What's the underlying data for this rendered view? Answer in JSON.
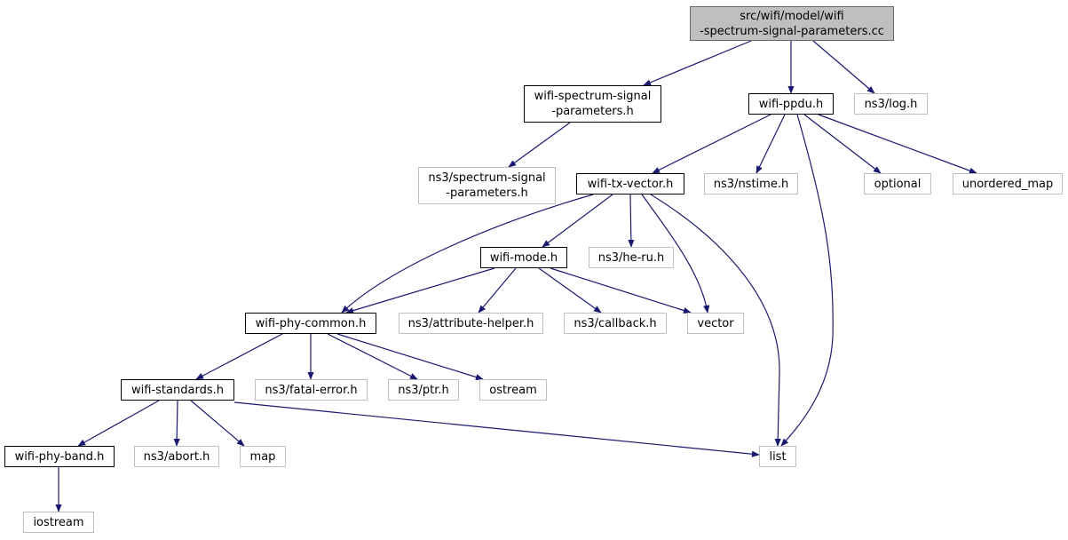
{
  "graph": {
    "edge_color": "#191970",
    "nodes": [
      {
        "id": "root",
        "label": "src/wifi/model/wifi\n-spectrum-signal-parameters.cc",
        "kind": "root"
      },
      {
        "id": "wssp_h",
        "label": "wifi-spectrum-signal\n-parameters.h",
        "kind": "doc"
      },
      {
        "id": "ppdu",
        "label": "wifi-ppdu.h",
        "kind": "doc"
      },
      {
        "id": "log",
        "label": "ns3/log.h",
        "kind": "ext"
      },
      {
        "id": "ssp",
        "label": "ns3/spectrum-signal\n-parameters.h",
        "kind": "ext"
      },
      {
        "id": "txv",
        "label": "wifi-tx-vector.h",
        "kind": "doc"
      },
      {
        "id": "nstime",
        "label": "ns3/nstime.h",
        "kind": "ext"
      },
      {
        "id": "optional",
        "label": "optional",
        "kind": "ext"
      },
      {
        "id": "umap",
        "label": "unordered_map",
        "kind": "ext"
      },
      {
        "id": "mode",
        "label": "wifi-mode.h",
        "kind": "doc"
      },
      {
        "id": "heru",
        "label": "ns3/he-ru.h",
        "kind": "ext"
      },
      {
        "id": "common",
        "label": "wifi-phy-common.h",
        "kind": "doc"
      },
      {
        "id": "attr",
        "label": "ns3/attribute-helper.h",
        "kind": "ext"
      },
      {
        "id": "callback",
        "label": "ns3/callback.h",
        "kind": "ext"
      },
      {
        "id": "vector",
        "label": "vector",
        "kind": "ext"
      },
      {
        "id": "standards",
        "label": "wifi-standards.h",
        "kind": "doc"
      },
      {
        "id": "fatal",
        "label": "ns3/fatal-error.h",
        "kind": "ext"
      },
      {
        "id": "ptr",
        "label": "ns3/ptr.h",
        "kind": "ext"
      },
      {
        "id": "ostream",
        "label": "ostream",
        "kind": "ext"
      },
      {
        "id": "band",
        "label": "wifi-phy-band.h",
        "kind": "doc"
      },
      {
        "id": "abort",
        "label": "ns3/abort.h",
        "kind": "ext"
      },
      {
        "id": "map",
        "label": "map",
        "kind": "ext"
      },
      {
        "id": "list",
        "label": "list",
        "kind": "ext"
      },
      {
        "id": "iostream",
        "label": "iostream",
        "kind": "ext"
      }
    ],
    "edges": [
      [
        "root",
        "wssp_h"
      ],
      [
        "root",
        "ppdu"
      ],
      [
        "root",
        "log"
      ],
      [
        "wssp_h",
        "ssp"
      ],
      [
        "ppdu",
        "txv"
      ],
      [
        "ppdu",
        "nstime"
      ],
      [
        "ppdu",
        "optional"
      ],
      [
        "ppdu",
        "umap"
      ],
      [
        "ppdu",
        "list"
      ],
      [
        "txv",
        "mode"
      ],
      [
        "txv",
        "heru"
      ],
      [
        "txv",
        "common"
      ],
      [
        "txv",
        "vector"
      ],
      [
        "txv",
        "list"
      ],
      [
        "mode",
        "common"
      ],
      [
        "mode",
        "attr"
      ],
      [
        "mode",
        "callback"
      ],
      [
        "mode",
        "vector"
      ],
      [
        "common",
        "standards"
      ],
      [
        "common",
        "fatal"
      ],
      [
        "common",
        "ptr"
      ],
      [
        "common",
        "ostream"
      ],
      [
        "standards",
        "band"
      ],
      [
        "standards",
        "abort"
      ],
      [
        "standards",
        "map"
      ],
      [
        "standards",
        "list"
      ],
      [
        "band",
        "iostream"
      ]
    ]
  }
}
